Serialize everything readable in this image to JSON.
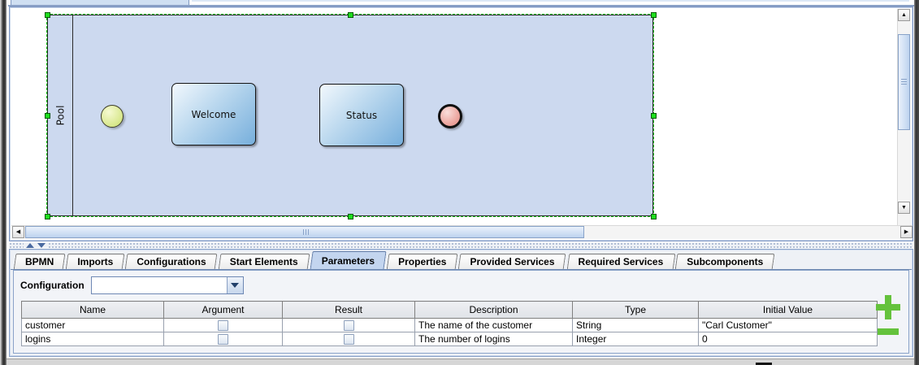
{
  "icons": {
    "scroll_up": "▲",
    "scroll_down": "▼",
    "scroll_left": "◀",
    "scroll_right": "▶"
  },
  "canvas": {
    "pool_label": "Pool",
    "tasks": [
      {
        "label": "Welcome"
      },
      {
        "label": "Status"
      }
    ],
    "events": [
      {
        "name": "start-event"
      },
      {
        "name": "end-event"
      }
    ]
  },
  "panel": {
    "tabs": [
      {
        "label": "BPMN",
        "active": false
      },
      {
        "label": "Imports",
        "active": false
      },
      {
        "label": "Configurations",
        "active": false
      },
      {
        "label": "Start Elements",
        "active": false
      },
      {
        "label": "Parameters",
        "active": true
      },
      {
        "label": "Properties",
        "active": false
      },
      {
        "label": "Provided Services",
        "active": false
      },
      {
        "label": "Required Services",
        "active": false
      },
      {
        "label": "Subcomponents",
        "active": false
      }
    ],
    "configuration_label": "Configuration",
    "configuration_value": "",
    "table": {
      "columns": [
        "Name",
        "Argument",
        "Result",
        "Description",
        "Type",
        "Initial Value"
      ],
      "rows": [
        {
          "name": "customer",
          "argument_checked": false,
          "result_checked": false,
          "description": "The name of the customer",
          "type": "String",
          "initial_value": "\"Carl Customer\""
        },
        {
          "name": "logins",
          "argument_checked": false,
          "result_checked": false,
          "description": "The number of logins",
          "type": "Integer",
          "initial_value": "0"
        }
      ]
    }
  },
  "colors": {
    "accent_green": "#64c23c",
    "selection_green": "#1ede1e",
    "pool_fill": "#ccd9ef",
    "task_gradient_start": "#f2f8fd",
    "task_gradient_end": "#77afdc",
    "start_event_fill": "#dcea96",
    "end_event_fill": "#eda8a1",
    "active_tab_bg": "#c3d5ef"
  }
}
